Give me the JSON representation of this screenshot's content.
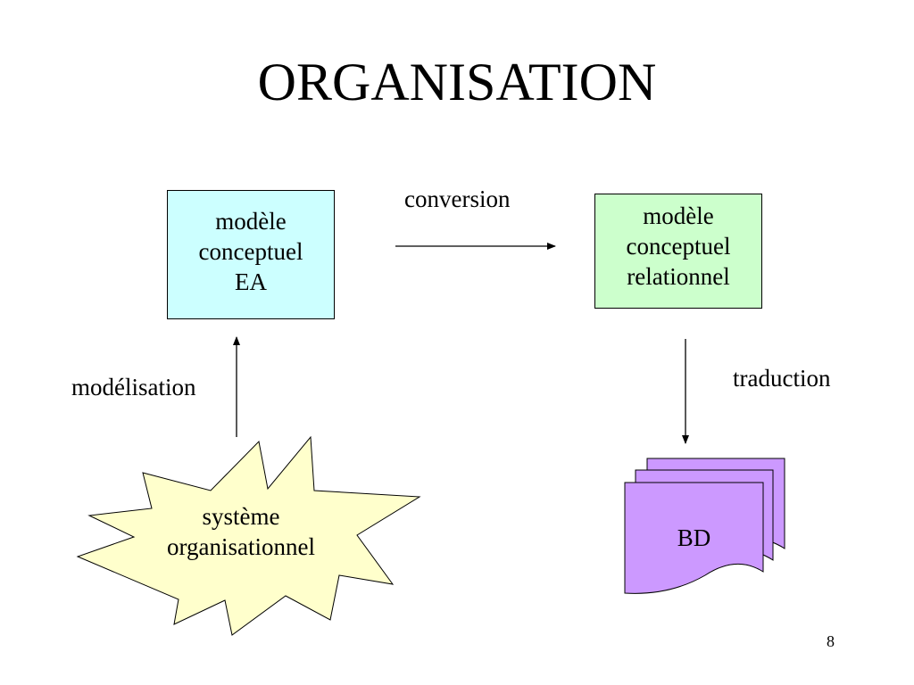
{
  "title": "ORGANISATION",
  "colors": {
    "ea_fill": "#ccffff",
    "relational_fill": "#ccffcc",
    "starburst_fill": "#ffffcc",
    "bd_fill": "#cc99ff"
  },
  "nodes": {
    "ea": {
      "line1": "modèle",
      "line2": "conceptuel",
      "line3": "EA"
    },
    "relational": {
      "line1": "modèle",
      "line2": "conceptuel",
      "line3": "relationnel"
    },
    "system": {
      "line1": "système",
      "line2": "organisationnel"
    },
    "database": {
      "label": "BD"
    }
  },
  "edges": {
    "conversion": "conversion",
    "modelisation": "modélisation",
    "traduction": "traduction"
  },
  "page_number": "8"
}
